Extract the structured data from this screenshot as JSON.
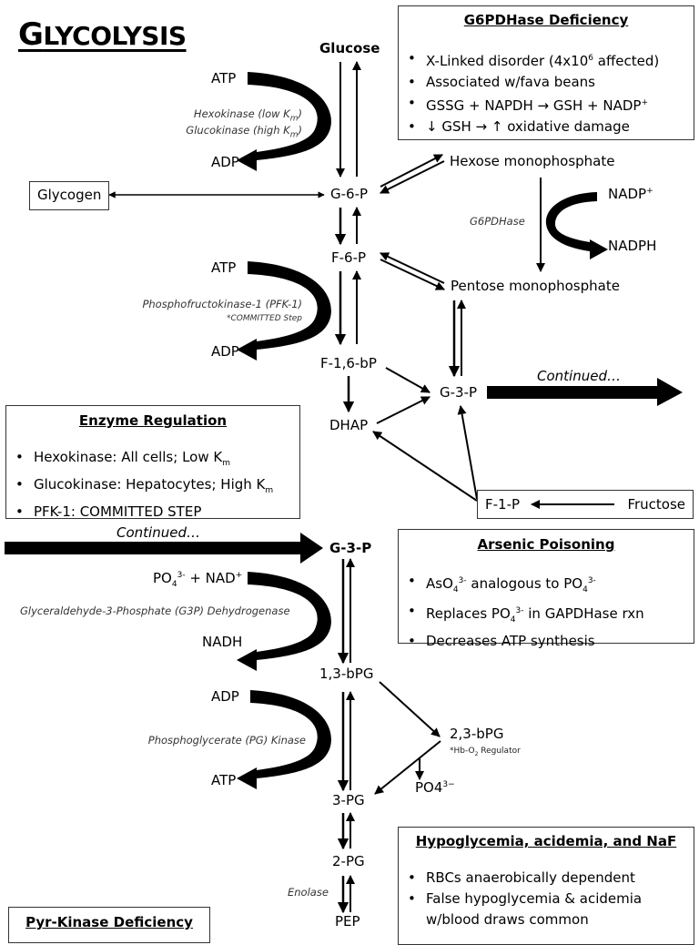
{
  "title": {
    "first_letter": "G",
    "rest": "LYCOLYSIS"
  },
  "nodes": {
    "glucose": "Glucose",
    "g6p": "G-6-P",
    "f6p": "F-6-P",
    "f16bp": "F-1,6-bP",
    "dhap": "DHAP",
    "g3p": "G-3-P",
    "g3p_2": "G-3-P",
    "bpg13": "1,3-bPG",
    "bpg23": "2,3-bPG",
    "pg3": "3-PG",
    "pg2": "2-PG",
    "pep": "PEP",
    "hexose_mp": "Hexose monophosphate",
    "pentose_mp": "Pentose monophosphate",
    "f1p": "F-1-P",
    "fructose": "Fructose",
    "glycogen": "Glycogen",
    "po4_out": "PO4",
    "po4_out_charge": "3−"
  },
  "cofactors": {
    "hk_in": "ATP",
    "hk_out": "ADP",
    "pfk_in": "ATP",
    "pfk_out": "ADP",
    "g6pd_in": "NADP",
    "g6pd_in_sup": "+",
    "g6pd_out": "NADPH",
    "gapdh_in_a": "PO",
    "gapdh_in_a_sub": "4",
    "gapdh_in_a_sup": "3-",
    "gapdh_in_b": " + NAD",
    "gapdh_in_b_sup": "+",
    "gapdh_out": "NADH",
    "pgk_in": "ADP",
    "pgk_out": "ATP"
  },
  "enzymes": {
    "hexokinase": "Hexokinase (low K",
    "glucokinase": "Glucokinase (high K",
    "km_sub": "m",
    "close_paren": ")",
    "pfk": "Phosphofructokinase-1 (PFK-1)",
    "pfk_note": "*COMMITTED Step",
    "g6pdhase": "G6PDHase",
    "gapdh": "Glyceraldehyde-3-Phosphate (G3P) Dehydrogenase",
    "pgk": "Phosphoglycerate (PG) Kinase",
    "enolase": "Enolase"
  },
  "notes": {
    "bpg_reg_a": "*Hb-O",
    "bpg_reg_sub": "2",
    "bpg_reg_b": " Regulator"
  },
  "continued": {
    "top": "Continued…",
    "bottom": "Continued…"
  },
  "boxes": {
    "g6pd": {
      "heading": "G6PDHase Deficiency",
      "items": {
        "i0_a": "X-Linked disorder (4x10",
        "i0_sup": "6",
        "i0_b": " affected)",
        "i1": "Associated w/fava beans",
        "i2_a": "GSSG + NAPDH → GSH + NADP",
        "i2_sup": "+",
        "i3": "↓ GSH → ↑ oxidative damage"
      }
    },
    "enzyme_reg": {
      "heading": "Enzyme Regulation",
      "items": {
        "i0_a": "Hexokinase: All cells; Low K",
        "i0_sub": "m",
        "i1_a": "Glucokinase: Hepatocytes; High K",
        "i1_sub": "m",
        "i2": "PFK-1: COMMITTED STEP"
      }
    },
    "arsenic": {
      "heading": "Arsenic Poisoning",
      "items": {
        "i0_a": "AsO",
        "i0_sub": "4",
        "i0_sup": "3-",
        "i0_b": " analogous to PO",
        "i0_sub2": "4",
        "i0_sup2": "3-",
        "i1_a": "Replaces PO",
        "i1_sub": "4",
        "i1_sup": "3-",
        "i1_b": " in GAPDHase rxn",
        "i2": "Decreases ATP synthesis"
      }
    },
    "hypo": {
      "heading": "Hypoglycemia, acidemia, and NaF",
      "items": {
        "i0": "RBCs anaerobically dependent",
        "i1": "False hypoglycemia & acidemia",
        "i1_cont": "w/blood draws common"
      }
    },
    "pyr": {
      "heading": "Pyr-Kinase Deficiency"
    }
  }
}
